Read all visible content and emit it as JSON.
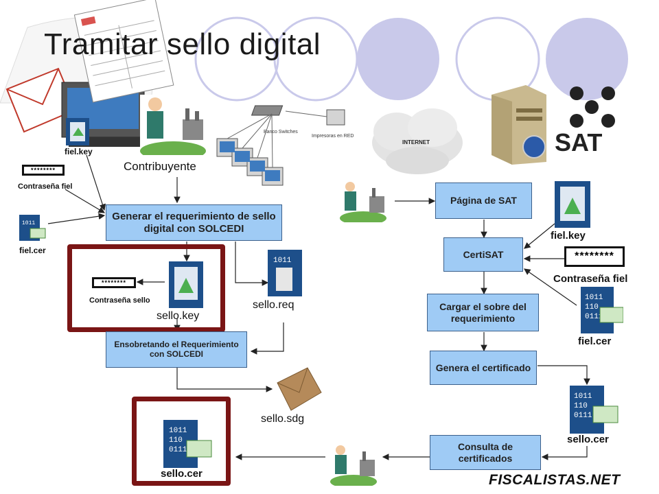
{
  "slide": {
    "title": "Tramitar sello digital",
    "footer": "FISCALISTAS.NET"
  },
  "left_labels": {
    "fiel_key": "fiel.key",
    "password_mask": "********",
    "contrasena_fiel": "Contraseña fiel",
    "fiel_cer": "fiel.cer",
    "contribuyente": "Contribuyente",
    "contrasena_sello": "Contraseña sello",
    "sello_key": "sello.key",
    "sello_req": "sello.req",
    "sello_sdg": "sello.sdg",
    "sello_cer": "sello.cer"
  },
  "left_boxes": {
    "generar": "Generar el requerimiento de sello digital con SOLCEDI",
    "ensobretando": "Ensobretando el Requerimiento con SOLCEDI"
  },
  "right_boxes": {
    "pagina_sat": "Página de SAT",
    "certisat": "CertiSAT",
    "cargar": "Cargar el sobre del requerimiento",
    "genera": "Genera el certificado",
    "consulta": "Consulta de certificados"
  },
  "right_labels": {
    "fiel_key": "fiel.key",
    "password_mask": "********",
    "contrasena_fiel": "Contraseña fiel",
    "fiel_cer": "fiel.cer",
    "sello_cer": "sello.cer"
  },
  "illustrations": {
    "internet": "INTERNET",
    "sat_logo": "SAT",
    "network_left": "Banco Switches",
    "network_right": "Impresoras en RED"
  },
  "colors": {
    "box_fill": "#9fcbf5",
    "frame_red": "#7a1515",
    "circle_fill": "#c9c9ea"
  }
}
